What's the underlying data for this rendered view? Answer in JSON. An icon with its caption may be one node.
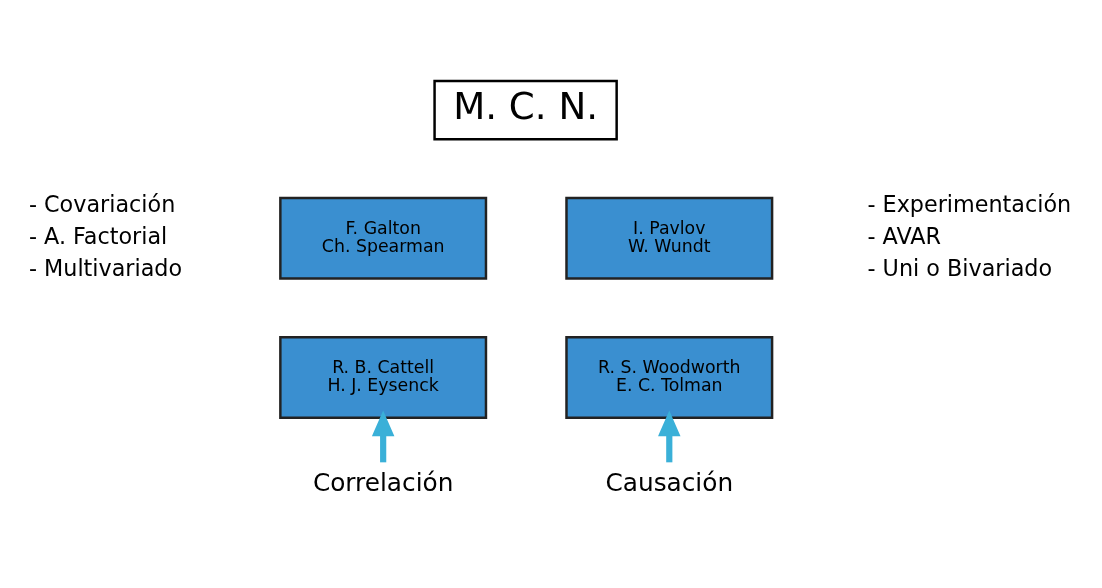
{
  "diagram": {
    "nodes": [
      {
        "text": [
          "M. C. N."
        ]
      },
      {
        "text": [
          "F. Galton Ch. Spearman"
        ]
      },
      {
        "text": [
          "I. Pavlov W. Wundt"
        ]
      },
      {
        "text": [
          "R. B. Cattell H. J. Eysenck"
        ]
      },
      {
        "text": [
          "R. S. Woodworth E. C. Tolman"
        ]
      },
      {
        "text": [
          "Correlación"
        ]
      },
      {
        "text": [
          "Causación"
        ]
      }
    ],
    "edges": [
      {
        "from": 5,
        "to": 3,
        "arrow": "to"
      },
      {
        "from": 6,
        "to": 4,
        "arrow": "to"
      }
    ],
    "labels": [
      "- Covariación",
      "- A. Factorial",
      "- Multivariado",
      "- Experimentación",
      "- AVAR",
      "- Uni o Bivariado"
    ]
  }
}
